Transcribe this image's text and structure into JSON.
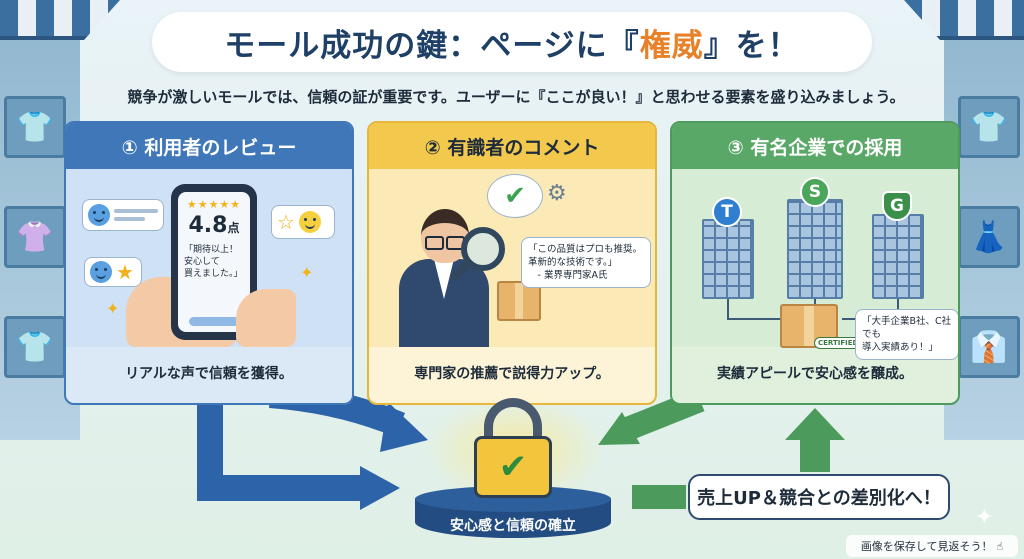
{
  "title": {
    "before": "モール成功の鍵：ページに『",
    "highlight": "権威",
    "after": "』を！"
  },
  "subtitle": "競争が激しいモールでは、信頼の証が重要です。ユーザーに『ここが良い！』と思わせる要素を盛り込みましょう。",
  "cards": [
    {
      "heading": "① 利用者のレビュー",
      "footer": "リアルな声で信頼を獲得。",
      "stars": "★★★★★",
      "rating_value": "4.8",
      "rating_unit": "点",
      "review_text": "「期待以上！\n安心して\n買えました。」"
    },
    {
      "heading": "② 有識者のコメント",
      "footer": "専門家の推薦で説得力アップ。",
      "quote": "「この品質はプロも推奨。\n革新的な技術です。」\n　- 業界専門家A氏"
    },
    {
      "heading": "③ 有名企業での採用",
      "footer": "実績アピールで安心感を醸成。",
      "quote": "「大手企業B社、C社でも\n導入実績あり！」",
      "certified": "CERTIFIED",
      "logos": [
        "T",
        "S",
        "G"
      ]
    }
  ],
  "center": {
    "pedestal_label": "安心感と信頼の確立"
  },
  "sales_banner": "売上UP＆競合との差別化へ！",
  "save_hint": "画像を保存して見返そう！",
  "colors": {
    "blue": "#3f77b8",
    "yellow": "#f2c94c",
    "green": "#5aa867",
    "navy": "#1e3f66",
    "accent": "#e8822a"
  }
}
